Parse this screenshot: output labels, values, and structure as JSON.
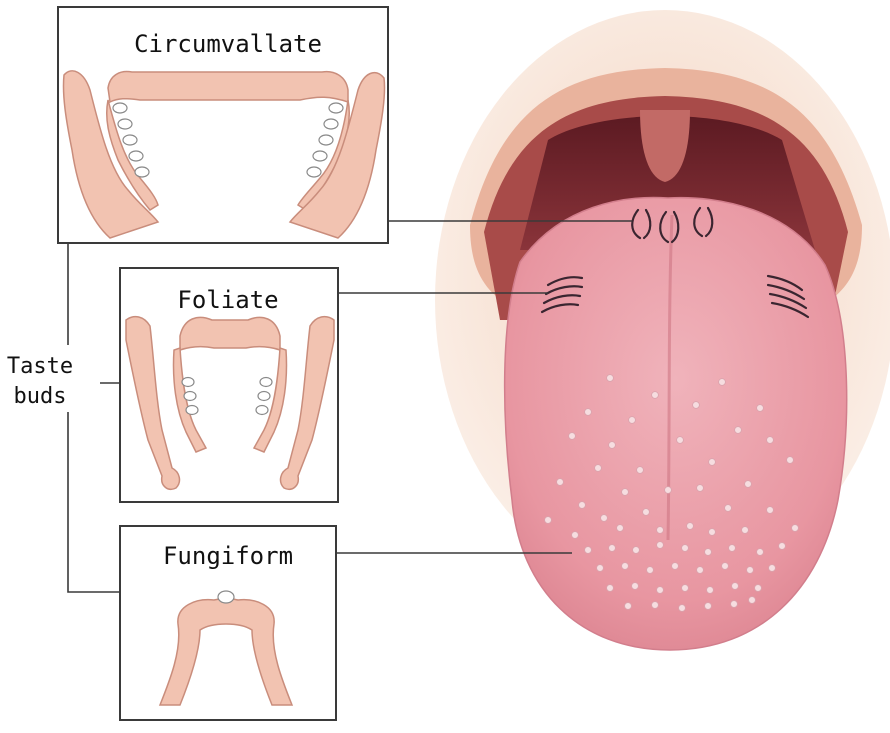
{
  "labels": {
    "circumvallate": "Circumvallate",
    "foliate": "Foliate",
    "fungiform": "Fungiform",
    "taste_buds_line1": "Taste",
    "taste_buds_line2": "buds"
  },
  "colors": {
    "tissue": "#f2c3b1",
    "tongue": "#e89aa4",
    "mouth_dark": "#7a2a2e",
    "face": "#f0cdb6",
    "box_border": "#3a3a3a"
  }
}
